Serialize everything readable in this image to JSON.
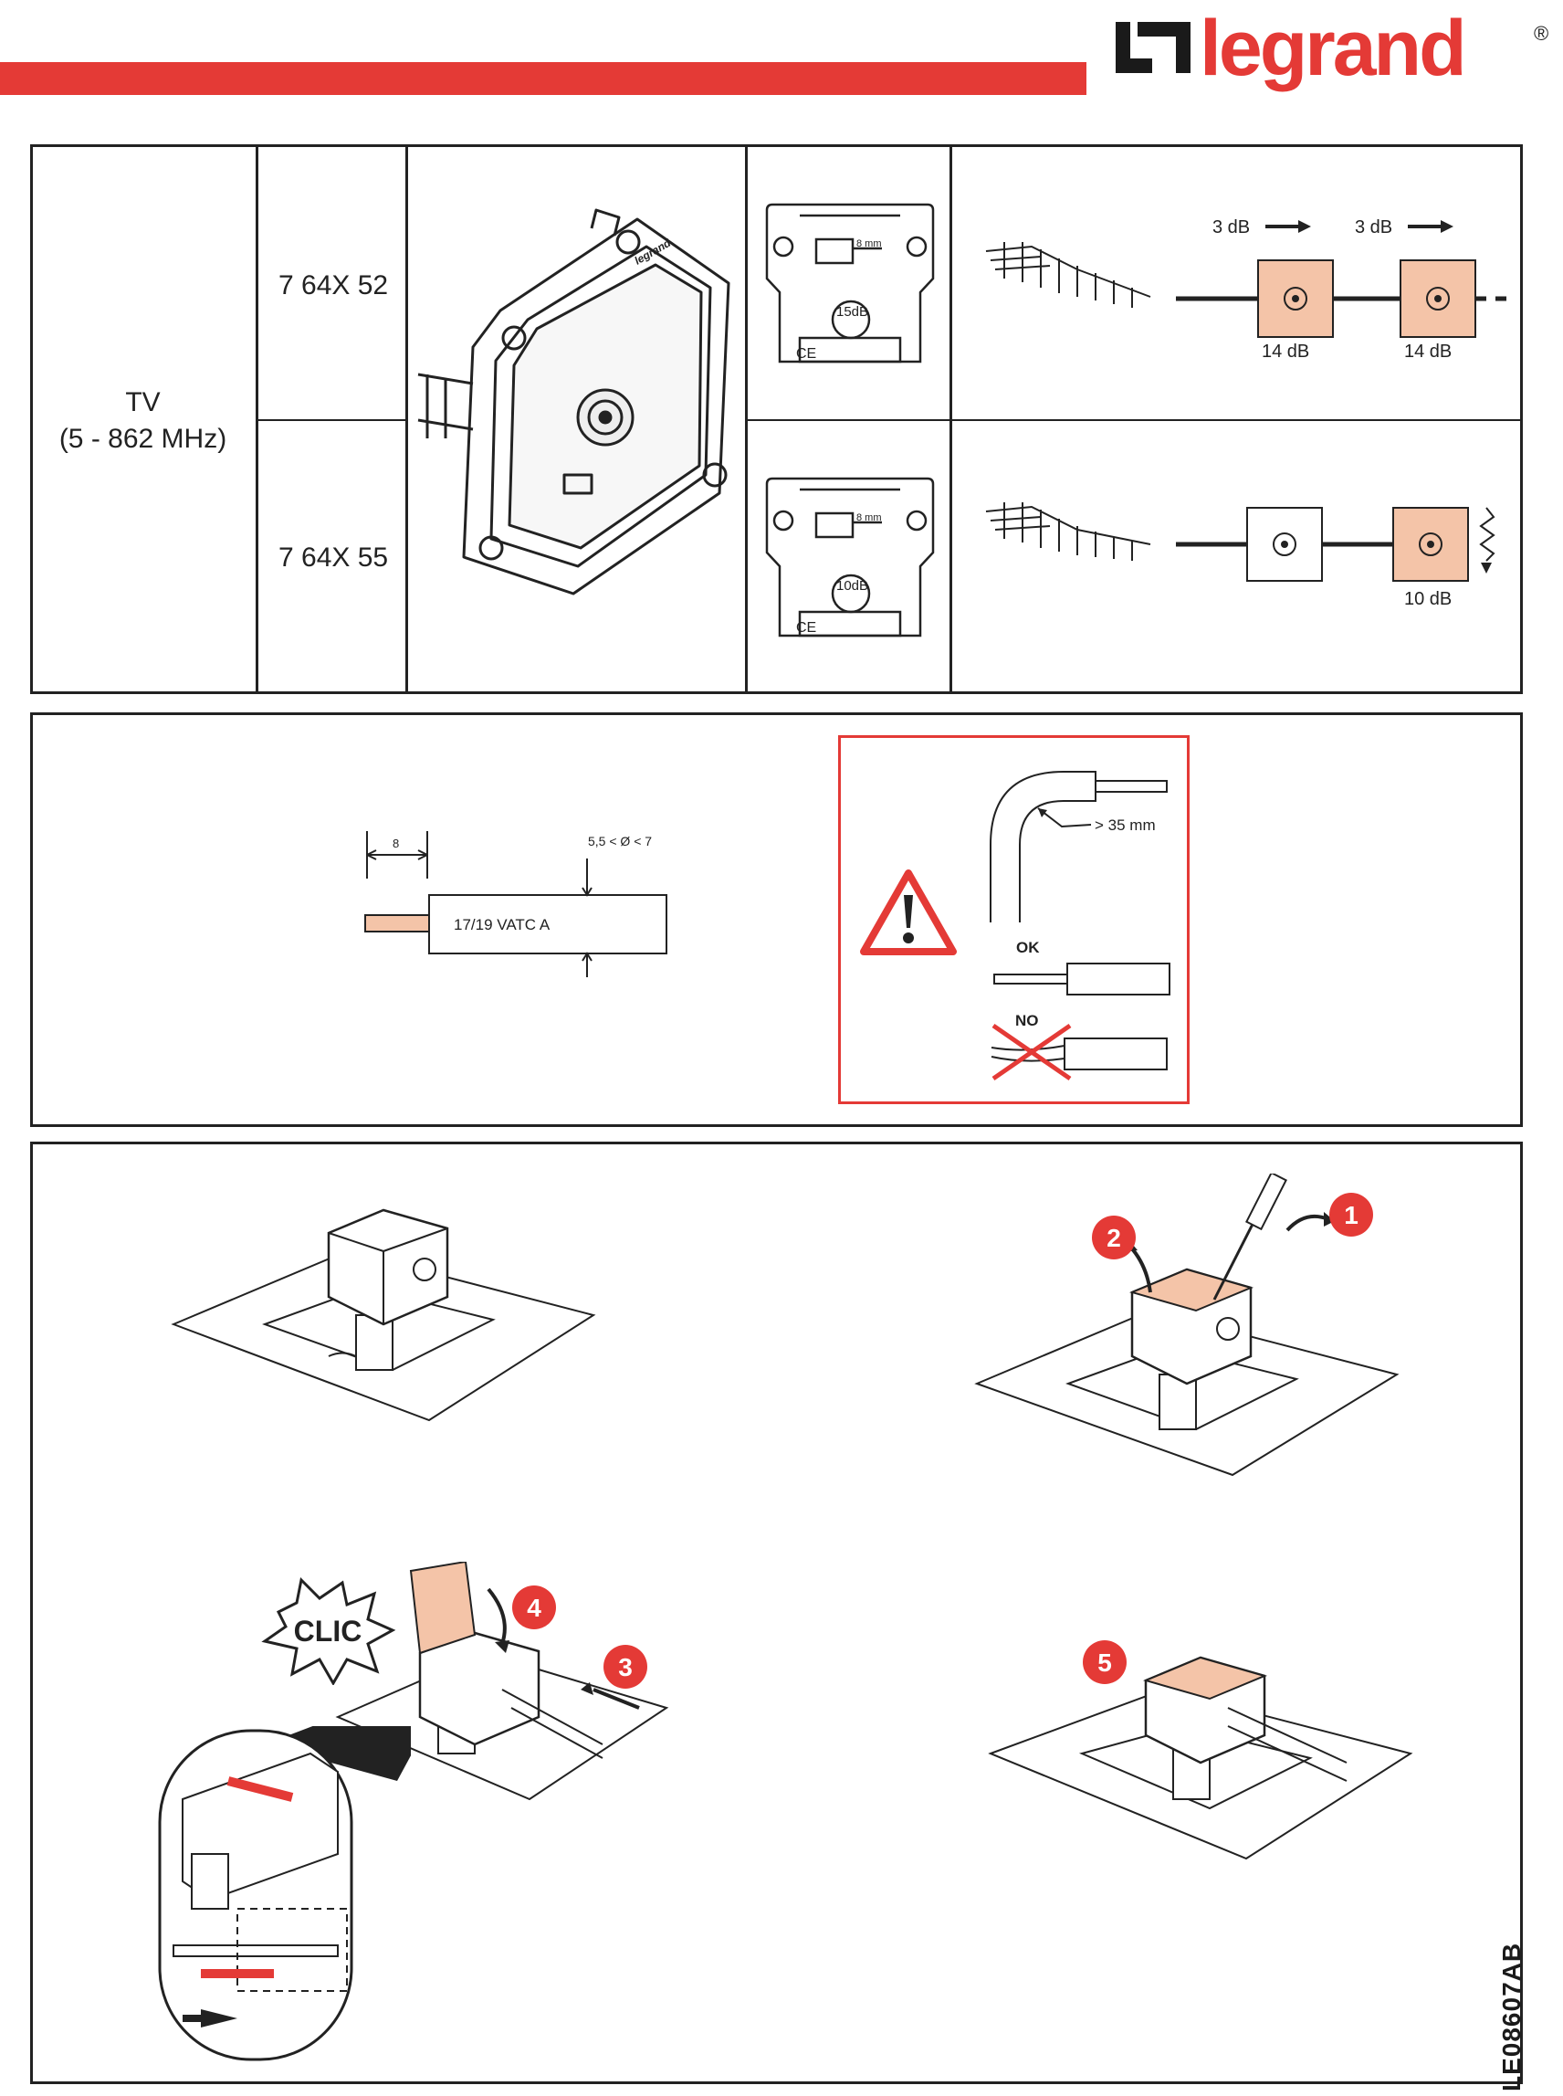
{
  "header": {
    "brand": "legrand",
    "registered": "®",
    "accent_color": "#e43a36"
  },
  "spec_table": {
    "product": "TV",
    "frequency": "(5 - 862 MHz)",
    "rows": [
      {
        "reference": "7 64X 52",
        "module_strip": "8 mm",
        "module_db": "15dB",
        "module_mark": "CE",
        "chain": {
          "pass_label_1": "3 dB",
          "pass_label_2": "3 dB",
          "outlet_label_1": "14 dB",
          "outlet_label_2": "14 dB"
        }
      },
      {
        "reference": "7 64X 55",
        "module_strip": "8 mm",
        "module_db": "10dB",
        "module_mark": "CE",
        "chain": {
          "outlet_label": "10 dB"
        }
      }
    ]
  },
  "cable_panel": {
    "strip_length": "8",
    "diameter_range": "5,5 < Ø < 7",
    "cable_type": "17/19 VATC A",
    "bend_radius": "> 35 mm",
    "ok_label": "OK",
    "no_label": "NO",
    "warning_icon": "warning-triangle-icon"
  },
  "assembly_panel": {
    "steps": [
      "1",
      "2",
      "3",
      "4",
      "5"
    ],
    "clic_label": "CLIC",
    "step_color": "#e43a36",
    "highlight_color": "#f4c4a8"
  },
  "doc_code": "LE08607AB"
}
